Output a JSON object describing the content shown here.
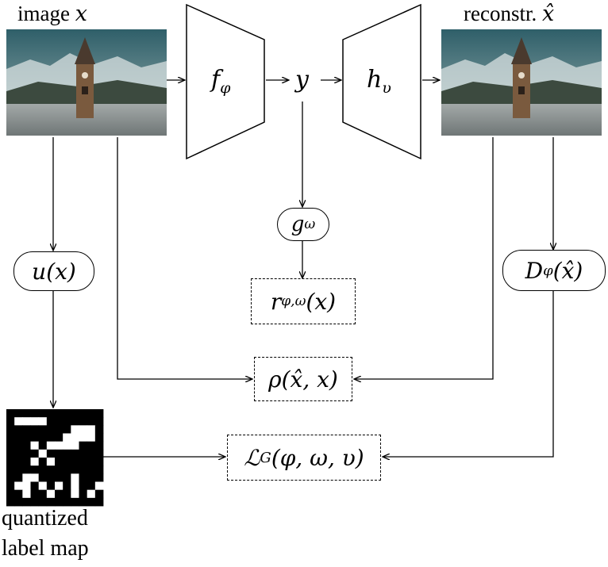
{
  "labels": {
    "image_x": "image x",
    "reconstr": "reconstr. x̂",
    "encoder": "f_φ",
    "latent": "y",
    "decoder": "h_υ",
    "g_omega": "g_ω",
    "u_x": "u(x)",
    "d_phi": "D_φ(x̂)",
    "r": "r_φ,ω(x)",
    "rho": "ρ(x̂, x)",
    "loss": "ℒ_G(φ, ω, υ)",
    "quantized_line1": "quantized",
    "quantized_line2": "label map"
  },
  "math": {
    "encoder_main": "f",
    "encoder_sub": "φ",
    "decoder_main": "h",
    "decoder_sub": "υ",
    "g_main": "g",
    "g_sub": "ω",
    "u": "u(x)",
    "d_main": "D",
    "d_sub": "φ",
    "d_arg": "(x̂)",
    "r_main": "r",
    "r_sub": "φ,ω",
    "r_arg": "(x)",
    "rho": "ρ(x̂, x)",
    "loss_main": "ℒ",
    "loss_sub": "G",
    "loss_arg": "(φ, ω, υ)",
    "image_prefix": "image",
    "image_var": "x",
    "reconstr_prefix": "reconstr.",
    "reconstr_var": "x̂"
  },
  "label_map_grid": [
    [
      1,
      1,
      1,
      1,
      1,
      1,
      1,
      1,
      1,
      1,
      1,
      1
    ],
    [
      1,
      0,
      0,
      0,
      0,
      1,
      1,
      1,
      1,
      1,
      1,
      1
    ],
    [
      1,
      1,
      1,
      1,
      1,
      1,
      1,
      1,
      0,
      0,
      0,
      1
    ],
    [
      1,
      1,
      1,
      1,
      1,
      1,
      1,
      0,
      0,
      0,
      0,
      1
    ],
    [
      1,
      1,
      1,
      0,
      1,
      0,
      0,
      0,
      0,
      1,
      1,
      1
    ],
    [
      1,
      1,
      1,
      1,
      0,
      1,
      1,
      1,
      1,
      1,
      1,
      1
    ],
    [
      1,
      1,
      1,
      0,
      1,
      0,
      1,
      1,
      1,
      1,
      1,
      1
    ],
    [
      1,
      1,
      1,
      1,
      1,
      1,
      1,
      1,
      1,
      1,
      1,
      1
    ],
    [
      1,
      1,
      0,
      0,
      1,
      1,
      1,
      1,
      0,
      1,
      1,
      1
    ],
    [
      1,
      0,
      0,
      1,
      0,
      1,
      0,
      1,
      0,
      1,
      1,
      0
    ],
    [
      1,
      1,
      0,
      1,
      1,
      0,
      1,
      1,
      0,
      1,
      0,
      1
    ],
    [
      1,
      1,
      1,
      1,
      1,
      1,
      1,
      1,
      1,
      1,
      1,
      1
    ]
  ],
  "colors": {
    "ink": "#000000",
    "sky": "#3f6f7a",
    "water": "#8a9596"
  }
}
